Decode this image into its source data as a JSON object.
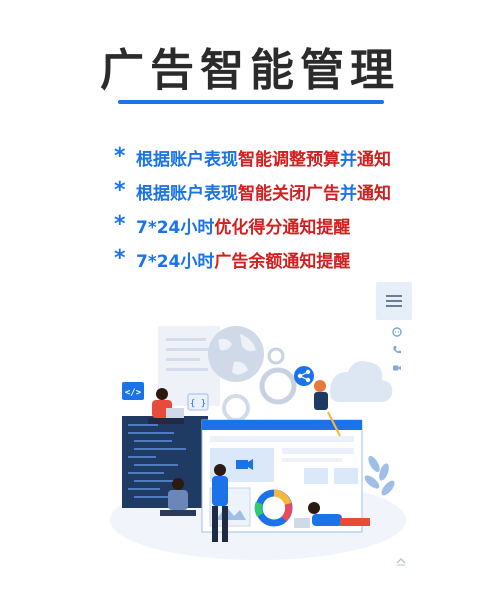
{
  "title": "广告智能管理",
  "features": [
    {
      "parts": [
        {
          "text": "根据账户表现",
          "color": "blue"
        },
        {
          "text": "智能调整预算",
          "color": "red"
        },
        {
          "text": "并",
          "color": "blue"
        },
        {
          "text": "通知",
          "color": "red"
        }
      ]
    },
    {
      "parts": [
        {
          "text": "根据账户表现",
          "color": "blue"
        },
        {
          "text": "智能关闭广告",
          "color": "red"
        },
        {
          "text": "并",
          "color": "blue"
        },
        {
          "text": "通知",
          "color": "red"
        }
      ]
    },
    {
      "parts": [
        {
          "text": "7*24小时",
          "color": "blue"
        },
        {
          "text": "优化得分通知提醒",
          "color": "red"
        }
      ]
    },
    {
      "parts": [
        {
          "text": "7*24小时",
          "color": "blue"
        },
        {
          "text": "广告余额通知提醒",
          "color": "red"
        }
      ]
    }
  ],
  "code_tag": "</>",
  "brace_tag": "{ }",
  "colors": {
    "accent": "#1a73e8",
    "highlight": "#d21f1f",
    "title": "#2b2b2b"
  }
}
